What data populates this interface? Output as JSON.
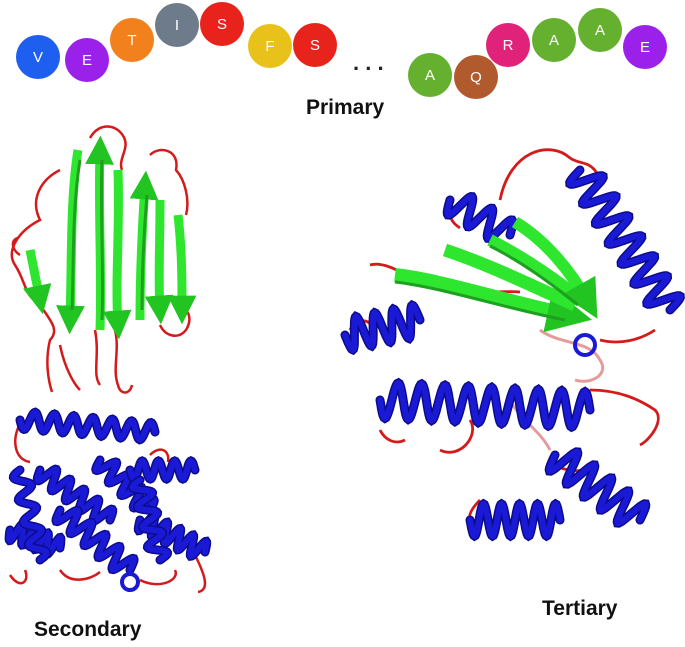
{
  "labels": {
    "primary": "Primary",
    "secondary": "Secondary",
    "tertiary": "Tertiary"
  },
  "sequence": {
    "ellipsis": ". . .",
    "left": [
      {
        "letter": "V",
        "color": "#1f5ff0"
      },
      {
        "letter": "E",
        "color": "#9b21ea"
      },
      {
        "letter": "T",
        "color": "#f2801c"
      },
      {
        "letter": "I",
        "color": "#6e7b8b"
      },
      {
        "letter": "S",
        "color": "#e8231b"
      },
      {
        "letter": "F",
        "color": "#e8c21a"
      },
      {
        "letter": "S",
        "color": "#e8231b"
      }
    ],
    "right": [
      {
        "letter": "A",
        "color": "#66b030"
      },
      {
        "letter": "Q",
        "color": "#b05a2e"
      },
      {
        "letter": "R",
        "color": "#e0227a"
      },
      {
        "letter": "A",
        "color": "#66b030"
      },
      {
        "letter": "A",
        "color": "#66b030"
      },
      {
        "letter": "E",
        "color": "#9b21ea"
      }
    ]
  },
  "colors": {
    "helix": "#1a1ad6",
    "sheet": "#2ee62e",
    "coil": "#d41a1a"
  }
}
